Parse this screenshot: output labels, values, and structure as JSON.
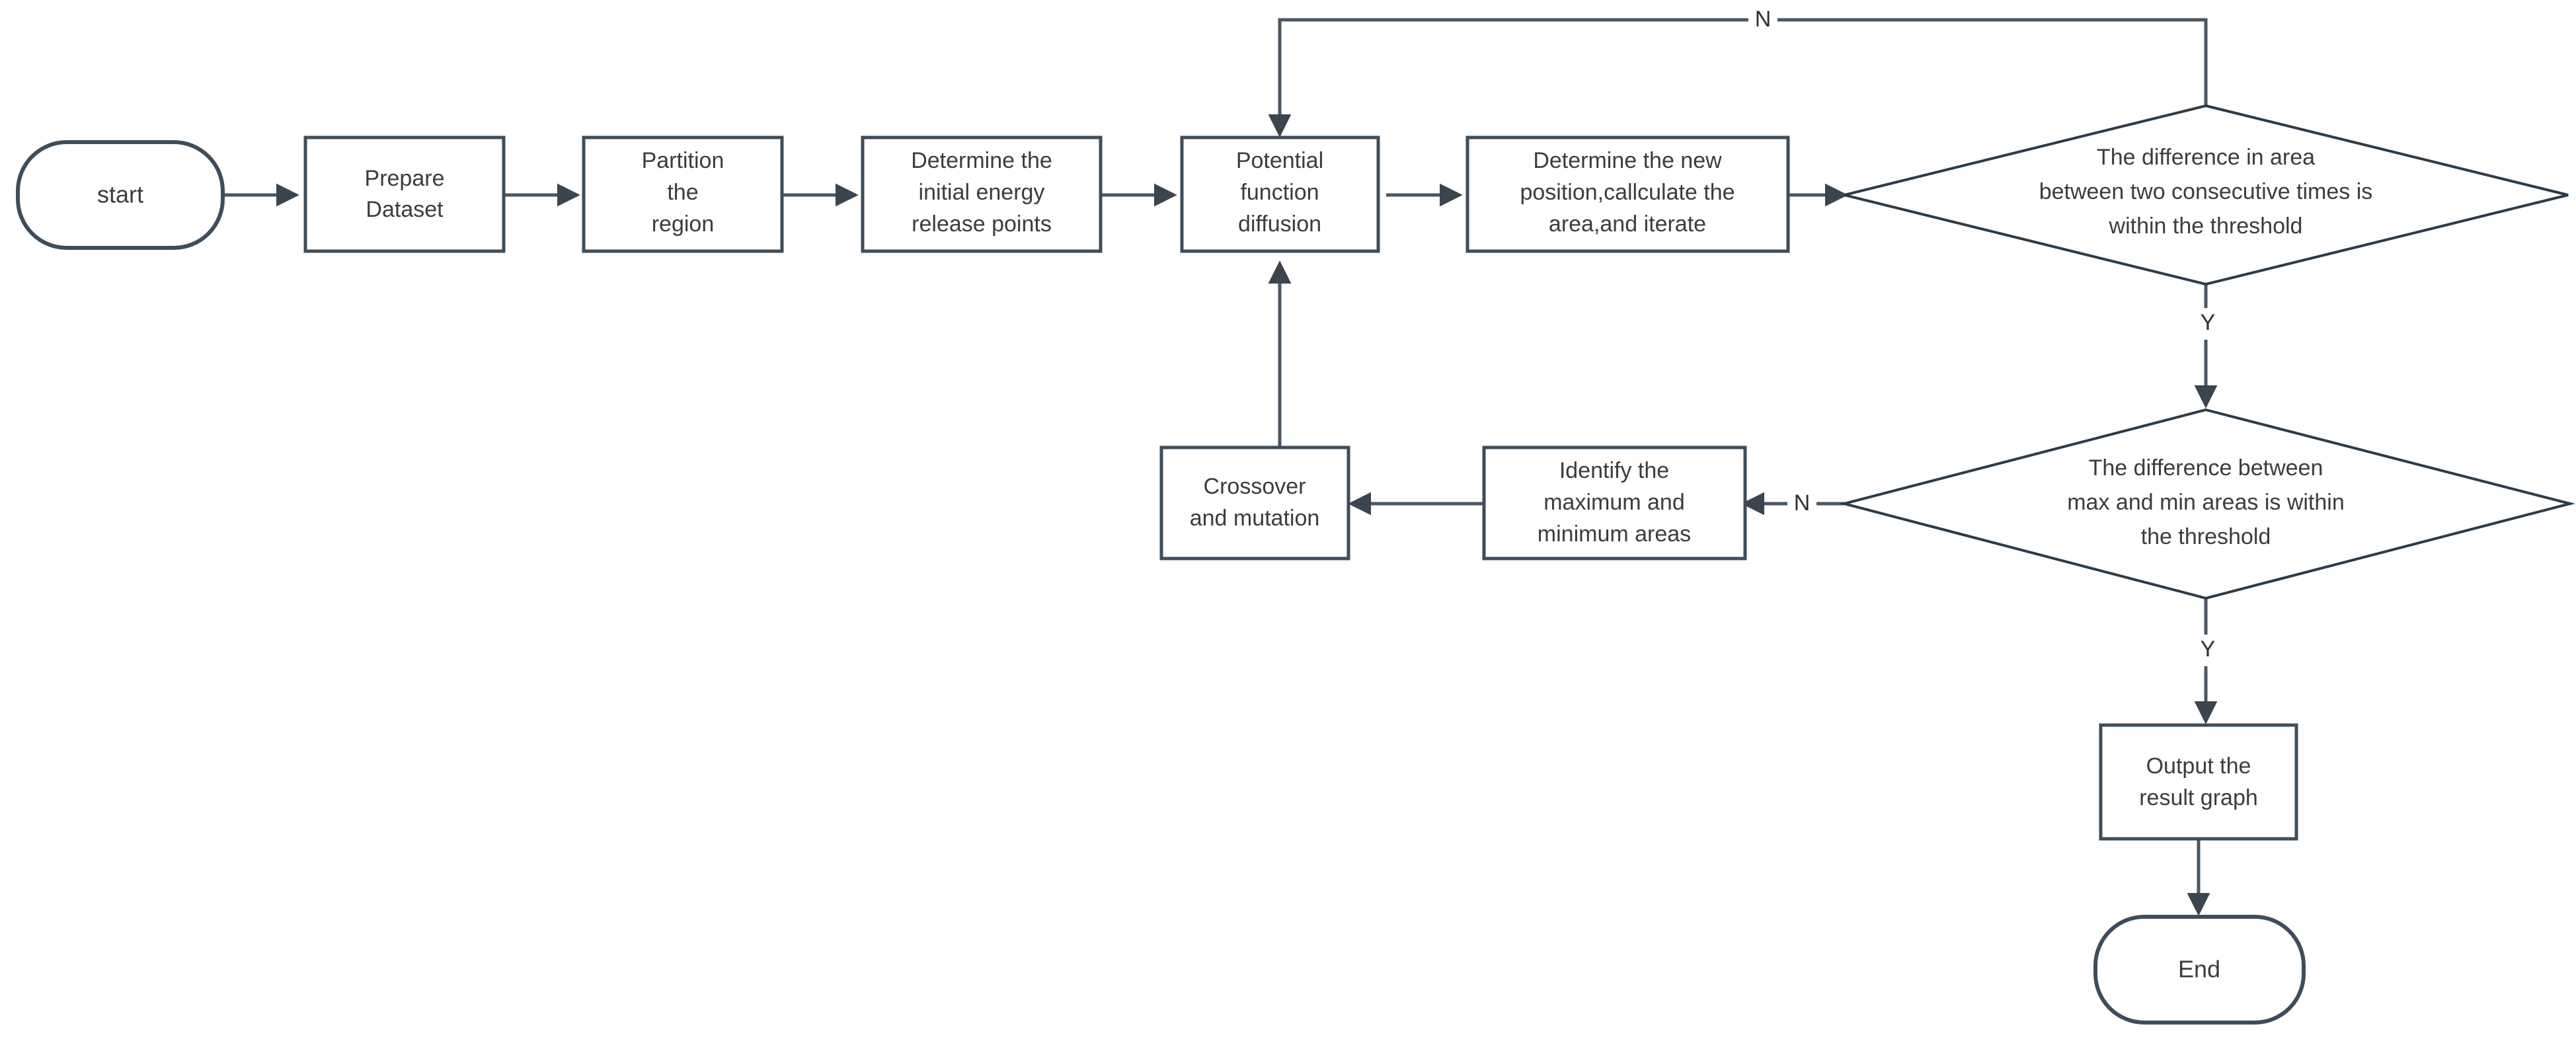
{
  "diagram": {
    "type": "flowchart",
    "title": "",
    "background_color": "#ffffff",
    "node_stroke_color": "#3f4d5a",
    "edge_stroke_color": "#4a5661",
    "text_color": "#3c3c3c",
    "nodes": [
      {
        "id": "start",
        "shape": "terminator",
        "label": "start"
      },
      {
        "id": "prepare",
        "shape": "process",
        "label_lines": [
          "Prepare",
          "Dataset"
        ]
      },
      {
        "id": "partition",
        "shape": "process",
        "label_lines": [
          "Partition",
          "the",
          "region"
        ]
      },
      {
        "id": "initpoints",
        "shape": "process",
        "label_lines": [
          "Determine the",
          "initial energy",
          "release points"
        ]
      },
      {
        "id": "potential",
        "shape": "process",
        "label_lines": [
          "Potential",
          "function",
          "diffusion"
        ]
      },
      {
        "id": "newpos",
        "shape": "process",
        "label_lines": [
          "Determine the new",
          "position,callculate the",
          "area,and iterate"
        ]
      },
      {
        "id": "decision1",
        "shape": "decision",
        "label_lines": [
          "The difference in area",
          "between two consecutive times is",
          "within the threshold"
        ]
      },
      {
        "id": "decision2",
        "shape": "decision",
        "label_lines": [
          "The difference between",
          "max and min areas is within",
          "the threshold"
        ]
      },
      {
        "id": "identify",
        "shape": "process",
        "label_lines": [
          "Identify the",
          "maximum and",
          "minimum areas"
        ]
      },
      {
        "id": "crossover",
        "shape": "process",
        "label_lines": [
          "Crossover",
          "and mutation"
        ]
      },
      {
        "id": "output",
        "shape": "process",
        "label_lines": [
          "Output the",
          "result graph"
        ]
      },
      {
        "id": "end",
        "shape": "terminator",
        "label": "End"
      }
    ],
    "edges": [
      {
        "from": "start",
        "to": "prepare",
        "label": ""
      },
      {
        "from": "prepare",
        "to": "partition",
        "label": ""
      },
      {
        "from": "partition",
        "to": "initpoints",
        "label": ""
      },
      {
        "from": "initpoints",
        "to": "potential",
        "label": ""
      },
      {
        "from": "potential",
        "to": "newpos",
        "label": ""
      },
      {
        "from": "newpos",
        "to": "decision1",
        "label": ""
      },
      {
        "from": "decision1",
        "to": "potential",
        "label": "N"
      },
      {
        "from": "decision1",
        "to": "decision2",
        "label": "Y"
      },
      {
        "from": "decision2",
        "to": "identify",
        "label": "N"
      },
      {
        "from": "identify",
        "to": "crossover",
        "label": ""
      },
      {
        "from": "crossover",
        "to": "potential",
        "label": ""
      },
      {
        "from": "decision2",
        "to": "output",
        "label": "Y"
      },
      {
        "from": "output",
        "to": "end",
        "label": ""
      }
    ],
    "edge_labels": {
      "loop_no": "N",
      "decision1_yes": "Y",
      "decision2_no": "N",
      "decision2_yes": "Y"
    }
  }
}
